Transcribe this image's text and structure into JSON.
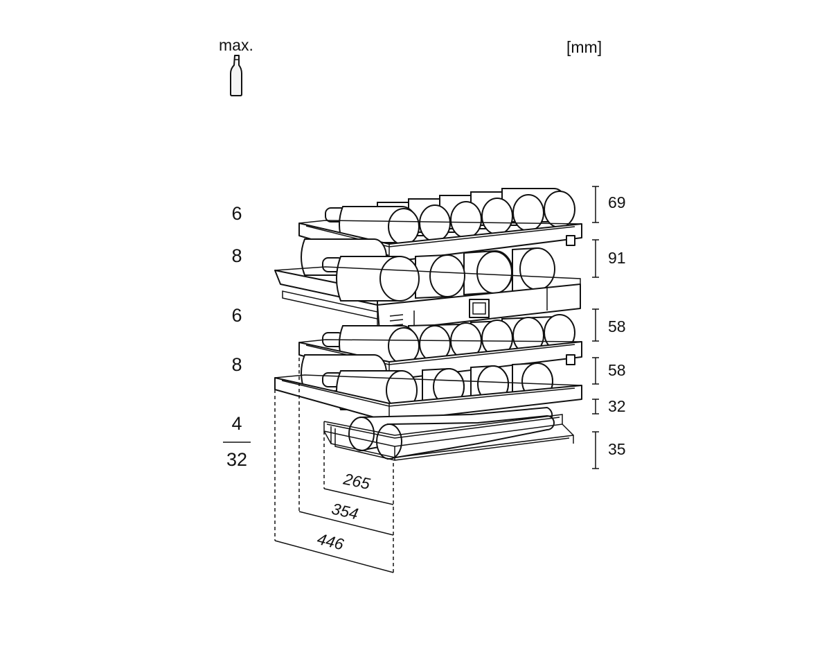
{
  "header": {
    "max_label": "max.",
    "unit_label": "[mm]",
    "bottle_icon": "wine-bottle-icon"
  },
  "shelf_capacities": [
    {
      "id": "shelf-1",
      "value": "6"
    },
    {
      "id": "shelf-2",
      "value": "8"
    },
    {
      "id": "shelf-3",
      "value": "6"
    },
    {
      "id": "shelf-4",
      "value": "8"
    }
  ],
  "bottom_capacity": {
    "numerator": "4",
    "denominator": "32"
  },
  "heights": [
    {
      "id": "h1",
      "value": "69"
    },
    {
      "id": "h2",
      "value": "91"
    },
    {
      "id": "h3",
      "value": "58"
    },
    {
      "id": "h4",
      "value": "58"
    },
    {
      "id": "h5",
      "value": "32"
    },
    {
      "id": "h6",
      "value": "35"
    }
  ],
  "depths": [
    {
      "id": "d1",
      "value": "265"
    },
    {
      "id": "d2",
      "value": "354"
    },
    {
      "id": "d3",
      "value": "446"
    }
  ],
  "colors": {
    "line": "#111111",
    "fill": "#ffffff",
    "shade": "#f2f2f2"
  }
}
